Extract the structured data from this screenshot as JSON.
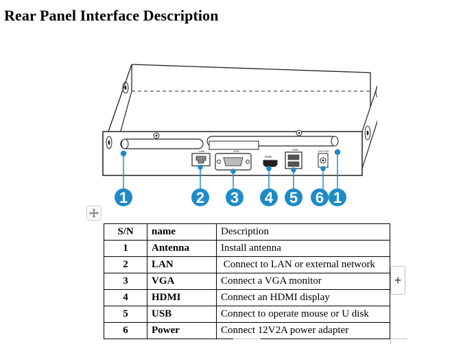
{
  "page": {
    "title": "Rear Panel Interface Description"
  },
  "diagram": {
    "port_labels": {
      "lan": "LAN",
      "vga": "VGA",
      "hdmi": "HDMI",
      "usb": "USB",
      "power": "DC+12V"
    },
    "callouts": [
      "1",
      "2",
      "3",
      "4",
      "5",
      "6",
      "1"
    ],
    "callout_color": "#1e8bc8"
  },
  "table": {
    "headers": [
      "S/N",
      "name",
      "Description"
    ],
    "rows": [
      {
        "sn": "1",
        "name": "Antenna",
        "desc": "Install antenna"
      },
      {
        "sn": "2",
        "name": "LAN",
        "desc": " Connect to LAN or external network"
      },
      {
        "sn": "3",
        "name": "VGA",
        "desc": "Connect a VGA monitor"
      },
      {
        "sn": "4",
        "name": "HDMI",
        "desc": "Connect an HDMI display"
      },
      {
        "sn": "5",
        "name": "USB",
        "desc": "Connect to operate mouse or U disk"
      },
      {
        "sn": "6",
        "name": "Power",
        "desc": "Connect 12V2A power adapter"
      }
    ]
  },
  "controls": {
    "move_icon": "move-arrows-icon",
    "add_label": "+"
  }
}
